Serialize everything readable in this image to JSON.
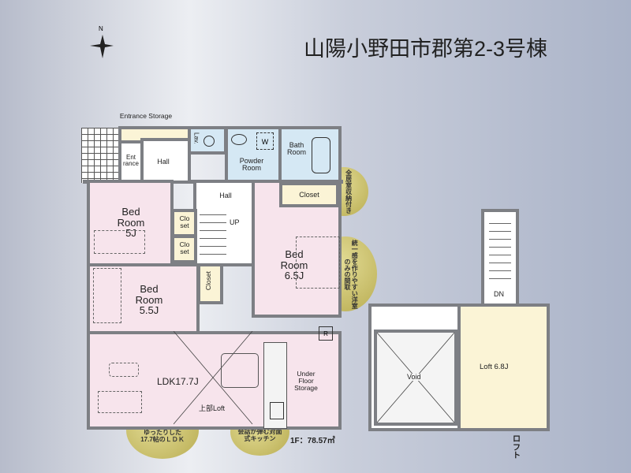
{
  "title": "山陽小野田市郡第2-3号棟",
  "compass": "N",
  "first_floor": {
    "area": "1F：78.57㎡",
    "rooms": {
      "entrance_storage": "Entrance Storage",
      "entrance": "Ent rance",
      "hall_upper": "Hall",
      "lav": "Lav.",
      "powder_room": "Powder Room",
      "washer": "W",
      "bath_room": "Bath Room",
      "hall": "Hall",
      "closet_right": "Closet",
      "bed_5j": "Bed Room 5J",
      "closet_a": "Clo set",
      "closet_b": "Clo set",
      "up": "UP",
      "closet_mid": "Closet",
      "bed_65j": "Bed Room 6.5J",
      "bed_55j": "Bed Room 5.5J",
      "fridge": "R",
      "ldk": "LDK17.7J",
      "loft_above": "上部Loft",
      "under_floor": "Under Floor Storage"
    }
  },
  "loft_floor": {
    "label": "ロフト",
    "loft": "Loft 6.8J",
    "void": "Void",
    "dn": "DN"
  },
  "bubbles": [
    "全居室収納付き",
    "統一感を作りやすい洋室のみの間取",
    "ゆったりした17.7帖のＬＤＫ",
    "会話が弾む対面式キッチン"
  ]
}
